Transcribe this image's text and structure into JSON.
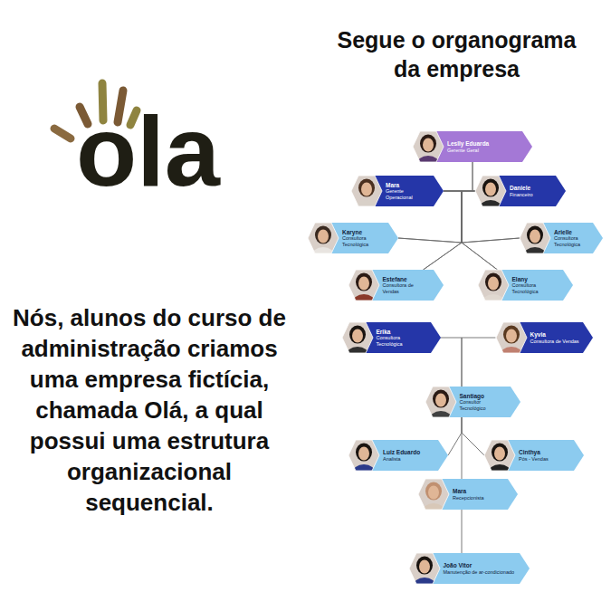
{
  "diagram": {
    "title": "Segue o organograma da empresa",
    "nodes": [
      {
        "text": [
          "Leslly Eduarda",
          "Gerente Geral"
        ]
      },
      {
        "text": [
          "Mara",
          "Gerente Operacional"
        ]
      },
      {
        "text": [
          "Daniele",
          "Financeiro"
        ]
      },
      {
        "text": [
          "Karyne",
          "Consultora Tecnológica"
        ]
      },
      {
        "text": [
          "Arielle",
          "Consultora Tecnológica"
        ]
      },
      {
        "text": [
          "Estefane",
          "Consultora de Vendas"
        ]
      },
      {
        "text": [
          "Elany",
          "Consultora Tecnológica"
        ]
      },
      {
        "text": [
          "Erika",
          "Consultora Tecnológica"
        ]
      },
      {
        "text": [
          "Kyvia",
          "Consultora de Vendas"
        ]
      },
      {
        "text": [
          "Santiago",
          "Consultor Tecnológico"
        ]
      },
      {
        "text": [
          "Luiz Eduardo",
          "Analista"
        ]
      },
      {
        "text": [
          "Cinthya",
          "Pós - Vendas"
        ]
      },
      {
        "text": [
          "Mara",
          "Recepcionista"
        ]
      },
      {
        "text": [
          "João Vitor",
          "Manutenção de ar-condicionado"
        ]
      }
    ],
    "edges": [
      {
        "from": 0,
        "to": 1,
        "arrow": "none"
      },
      {
        "from": 0,
        "to": 2,
        "arrow": "none"
      },
      {
        "from": 1,
        "to": 3,
        "arrow": "none"
      },
      {
        "from": 1,
        "to": 4,
        "arrow": "none"
      },
      {
        "from": 1,
        "to": 5,
        "arrow": "none"
      },
      {
        "from": 1,
        "to": 6,
        "arrow": "none"
      },
      {
        "from": 2,
        "to": 3,
        "arrow": "none"
      },
      {
        "from": 2,
        "to": 4,
        "arrow": "none"
      },
      {
        "from": 2,
        "to": 5,
        "arrow": "none"
      },
      {
        "from": 2,
        "to": 6,
        "arrow": "none"
      },
      {
        "from": 7,
        "to": 9,
        "arrow": "none"
      },
      {
        "from": 8,
        "to": 9,
        "arrow": "none"
      },
      {
        "from": 9,
        "to": 10,
        "arrow": "none"
      },
      {
        "from": 9,
        "to": 11,
        "arrow": "none"
      },
      {
        "from": 9,
        "to": 12,
        "arrow": "none"
      },
      {
        "from": 12,
        "to": 13,
        "arrow": "none"
      }
    ],
    "labels": [
      "ola",
      "Nós, alunos do curso de administração criamos uma empresa fictícia, chamada Olá, a qual possui uma estrutura organizacional sequencial."
    ]
  }
}
